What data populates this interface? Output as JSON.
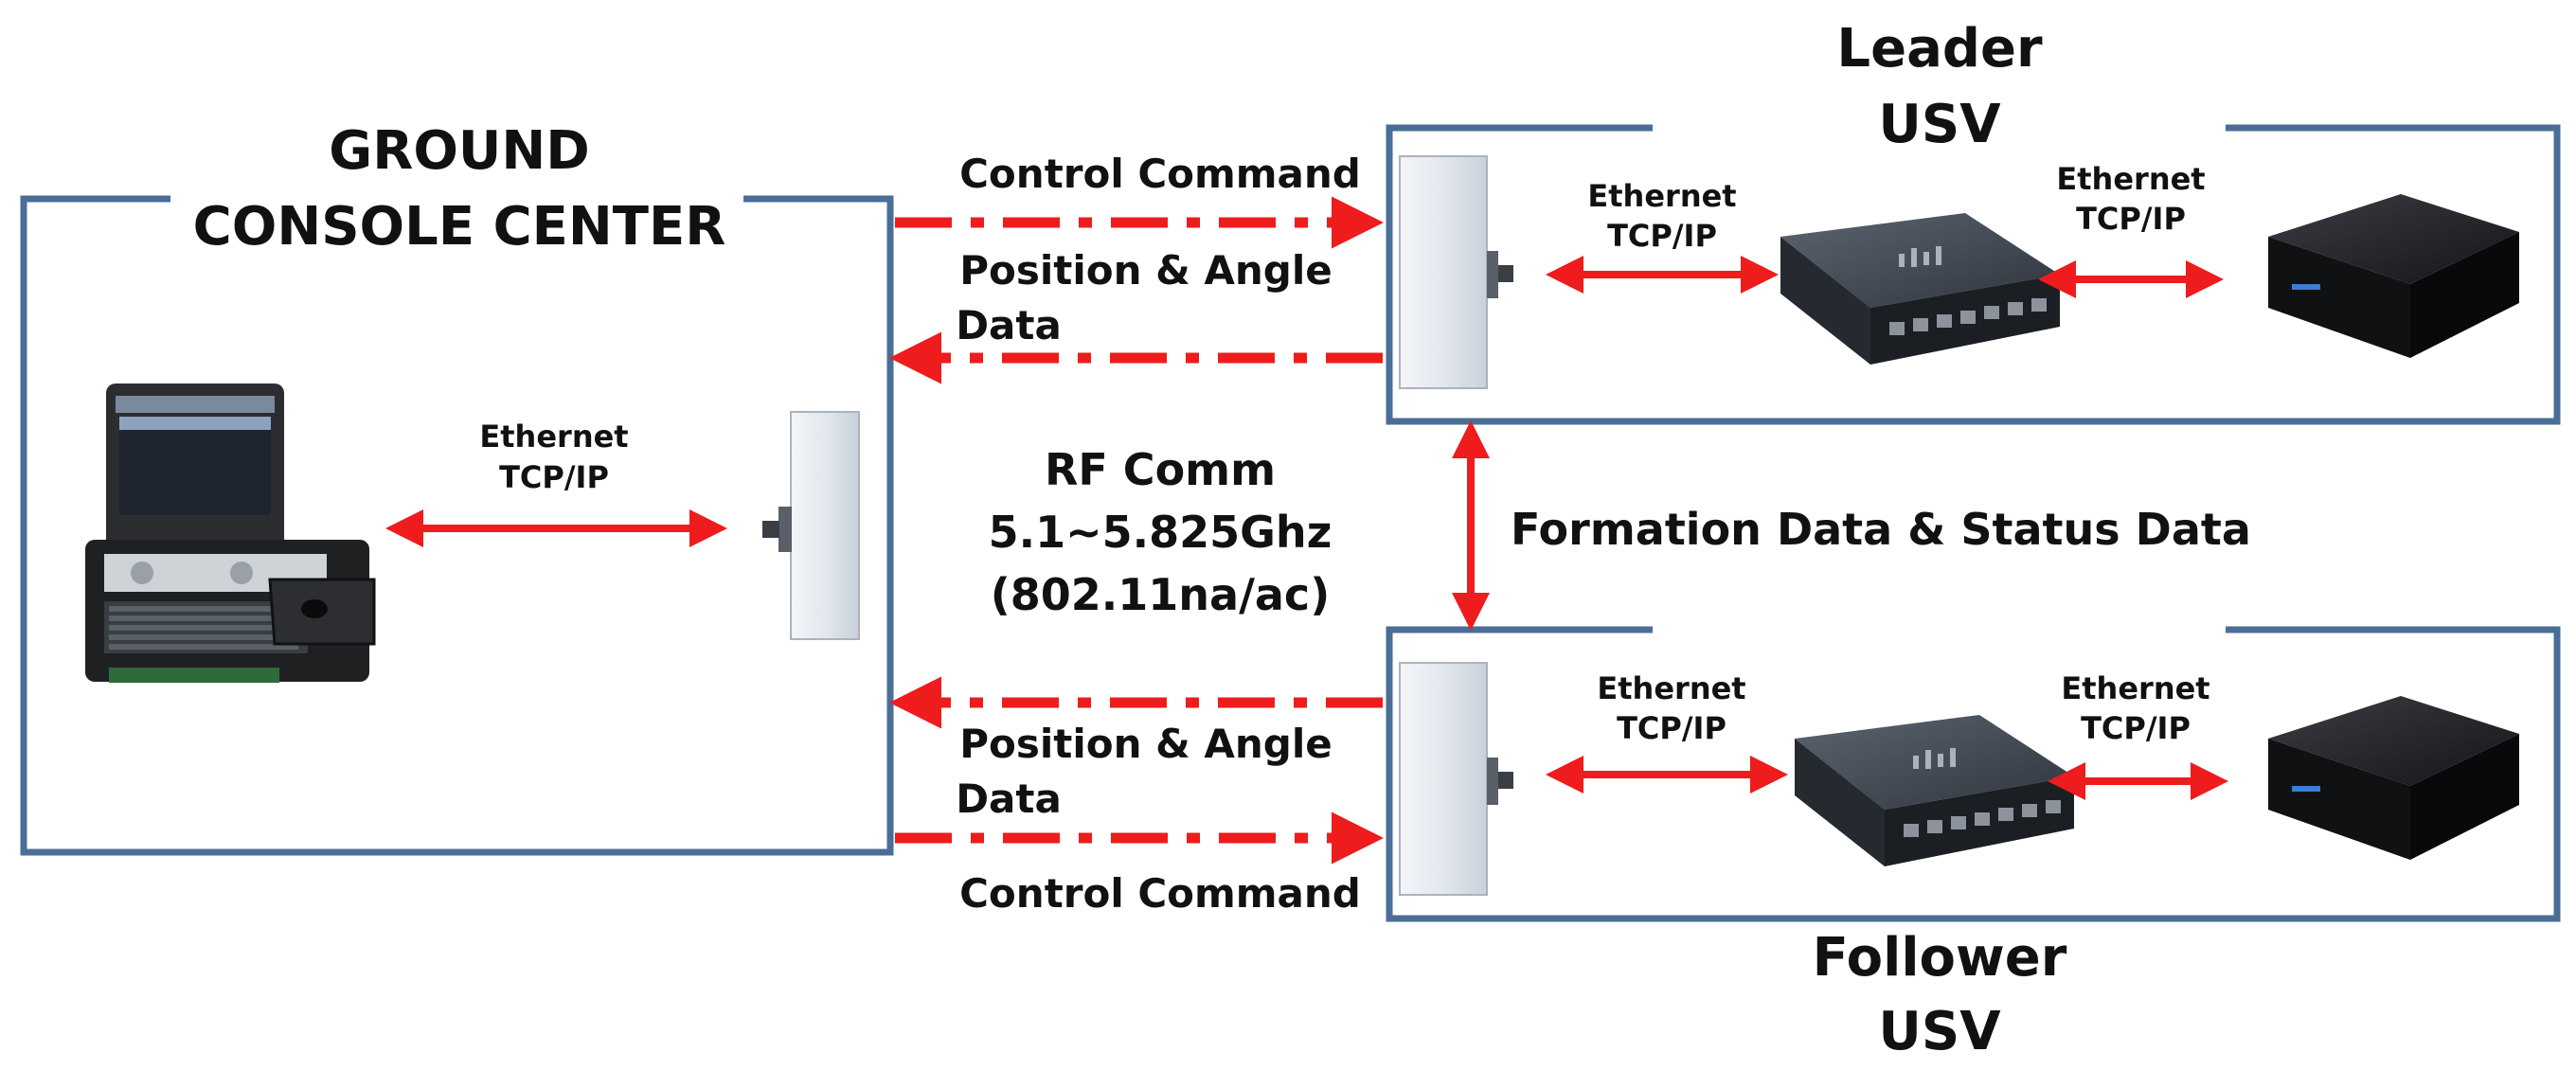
{
  "ground": {
    "title_line1": "GROUND",
    "title_line2": "CONSOLE CENTER"
  },
  "leader": {
    "title_line1": "Leader",
    "title_line2": "USV"
  },
  "follower": {
    "title_line1": "Follower",
    "title_line2": "USV"
  },
  "links": {
    "control_command": "Control Command",
    "position_line1": "Position & Angle",
    "position_line2": "Data",
    "ethernet": "Ethernet",
    "tcpip": "TCP/IP"
  },
  "rf": {
    "line1": "RF Comm",
    "line2": "5.1~5.825Ghz",
    "line3": "(802.11na/ac)"
  },
  "formation": "Formation Data & Status Data",
  "colors": {
    "box_border": "#4a6e96",
    "arrow": "#ee1c1c"
  },
  "icons": [
    "laptop-console",
    "wifi-antenna",
    "network-switch",
    "mini-pc"
  ]
}
